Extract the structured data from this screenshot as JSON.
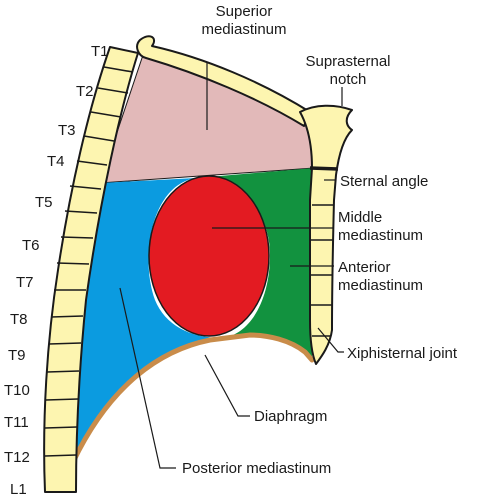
{
  "labels": {
    "superior_line1": "Superior",
    "superior_line2": "mediastinum",
    "suprasternal_line1": "Suprasternal",
    "suprasternal_line2": "notch",
    "sternal_angle": "Sternal angle",
    "middle_line1": "Middle",
    "middle_line2": "mediastinum",
    "anterior_line1": "Anterior",
    "anterior_line2": "mediastinum",
    "xiphisternal": "Xiphisternal joint",
    "diaphragm": "Diaphragm",
    "posterior": "Posterior mediastinum"
  },
  "vertebrae": [
    "T1",
    "T2",
    "T3",
    "T4",
    "T5",
    "T6",
    "T7",
    "T8",
    "T9",
    "T10",
    "T11",
    "T12",
    "L1"
  ],
  "colors": {
    "superior": "#e2b9b9",
    "posterior": "#0b9be0",
    "middle": "#e31b22",
    "anterior": "#12923f",
    "diaphragm": "#c98c4a",
    "bone": "#fdf5b0"
  }
}
